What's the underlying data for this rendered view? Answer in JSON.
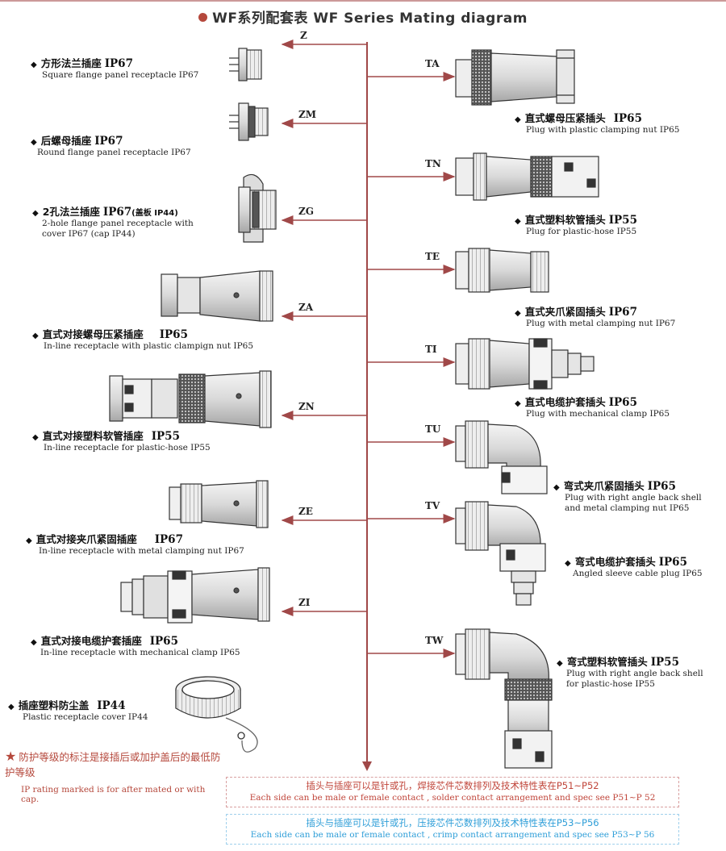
{
  "header": {
    "title": "WF系列配套表  WF Series Mating diagram"
  },
  "codes": {
    "Z": "Z",
    "ZM": "ZM",
    "ZG": "ZG",
    "ZA": "ZA",
    "ZN": "ZN",
    "ZE": "ZE",
    "ZI": "ZI",
    "TA": "TA",
    "TN": "TN",
    "TE": "TE",
    "TI": "TI",
    "TU": "TU",
    "TV": "TV",
    "TW": "TW"
  },
  "left": [
    {
      "cn": "方形法兰插座",
      "ip": "IP67",
      "ip_small": "",
      "en": [
        "Square flange panel receptacle IP67"
      ]
    },
    {
      "cn": "后螺母插座",
      "ip": "IP67",
      "ip_small": "",
      "en": [
        "Round flange panel receptacle IP67"
      ]
    },
    {
      "cn": "2孔法兰插座",
      "ip": "IP67",
      "ip_small": "(盖板 IP44)",
      "en": [
        "2-hole flange panel receptacle with",
        "cover IP67 (cap IP44)"
      ]
    },
    {
      "cn": "直式对接螺母压紧插座",
      "ip": "IP65",
      "ip_small": "",
      "en": [
        "In-line receptacle with plastic clampign nut  IP65"
      ]
    },
    {
      "cn": "直式对接塑料软管插座",
      "ip": "IP55",
      "ip_small": "",
      "en": [
        "In-line receptacle for plastic-hose IP55"
      ]
    },
    {
      "cn": "直式对接夹爪紧固插座",
      "ip": "IP67",
      "ip_small": "",
      "en": [
        "In-line receptacle with metal clamping nut  IP67"
      ]
    },
    {
      "cn": "直式对接电缆护套插座",
      "ip": "IP65",
      "ip_small": "",
      "en": [
        "In-line receptacle with mechanical clamp  IP65"
      ]
    },
    {
      "cn": "插座塑料防尘盖",
      "ip": "IP44",
      "ip_small": "",
      "en": [
        "Plastic receptacle cover  IP44"
      ]
    }
  ],
  "right": [
    {
      "cn": "直式螺母压紧插头",
      "ip": "IP65",
      "en": [
        "Plug with plastic clamping nut  IP65"
      ]
    },
    {
      "cn": "直式塑料软管插头",
      "ip": "IP55",
      "en": [
        "Plug for plastic-hose IP55"
      ]
    },
    {
      "cn": "直式夹爪紧固插头",
      "ip": "IP67",
      "en": [
        "Plug with metal clamping nut  IP67"
      ]
    },
    {
      "cn": "直式电缆护套插头",
      "ip": "IP65",
      "en": [
        "Plug with mechanical clamp  IP65"
      ]
    },
    {
      "cn": "弯式夹爪紧固插头",
      "ip": "IP65",
      "en": [
        "Plug with right angle back shell",
        "and metal clamping nut  IP65"
      ]
    },
    {
      "cn": "弯式电缆护套插头",
      "ip": "IP65",
      "en": [
        "Angled sleeve cable plug  IP65"
      ]
    },
    {
      "cn": "弯式塑料软管插头",
      "ip": "IP55",
      "en": [
        "Plug with right angle back shell",
        "for plastic-hose IP55"
      ]
    }
  ],
  "note": {
    "cn": "防护等级的标注是接插后或加护盖后的最低防护等级",
    "en": "IP rating marked is for after mated or with cap."
  },
  "footer": {
    "solder_cn": "插头与插座可以是针或孔，焊接芯件芯数排列及技术特性表在P51~P52",
    "solder_en": "Each side can be male or female contact , solder contact arrangement and spec see  P51~P 52",
    "crimp_cn": "插头与插座可以是针或孔，压接芯件芯数排列及技术特性表在P53~P56",
    "crimp_en": "Each side can be male or female contact , crimp contact arrangement and spec see  P53~P 56"
  },
  "colors": {
    "accent": "#b5483c",
    "arrow": "#a04848",
    "blue": "#2e9ed8"
  }
}
